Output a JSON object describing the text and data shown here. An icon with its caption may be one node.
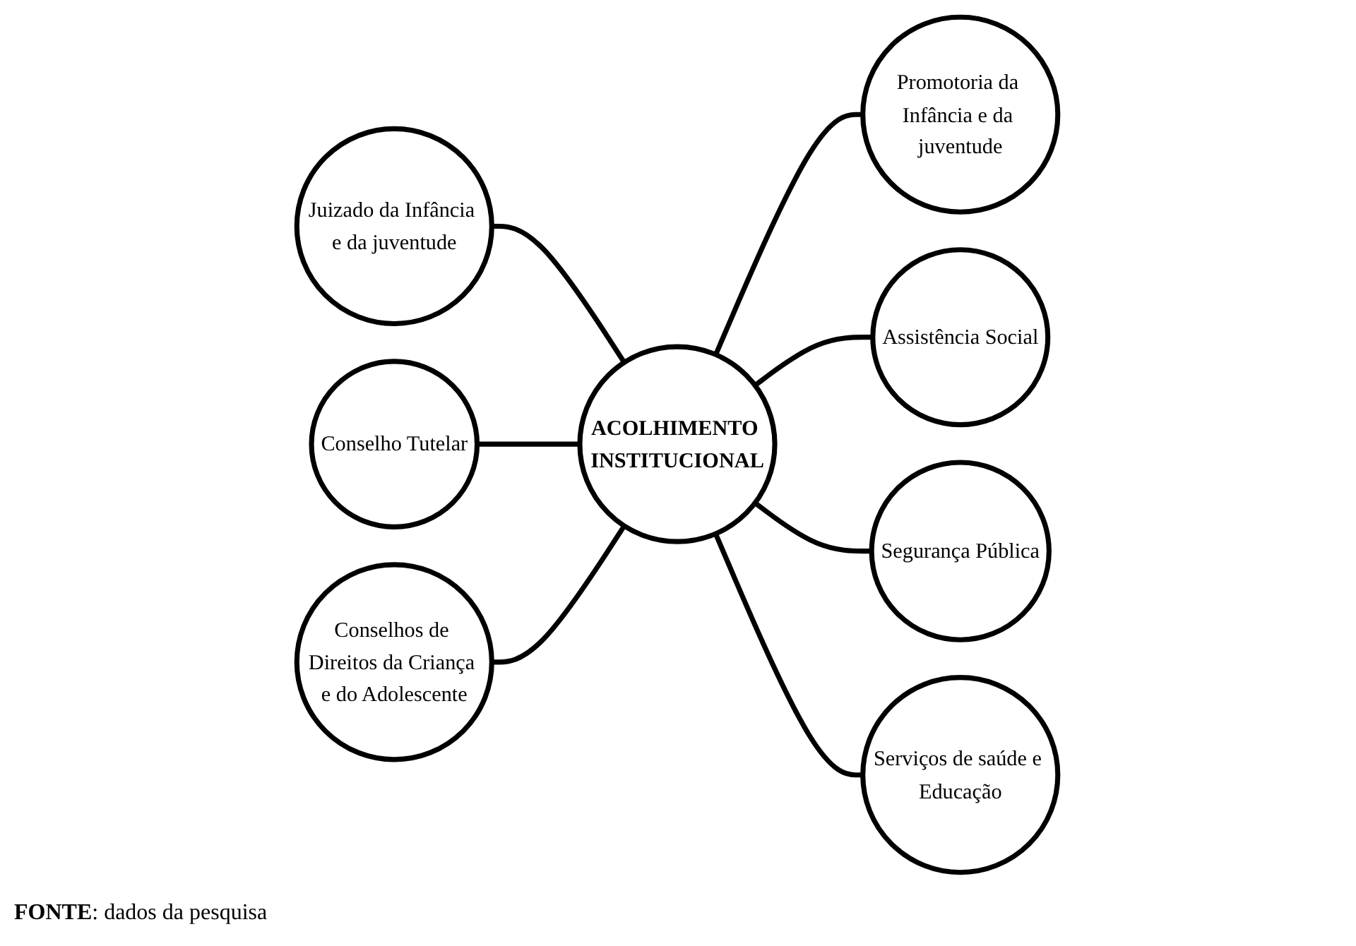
{
  "diagram": {
    "caption": "**FONTE**: dados da pesquisa",
    "nodes": [
      {
        "text": [
          "Juizado da Infância e da juventude"
        ]
      },
      {
        "text": [
          "Promotoria da Infância e da juventude"
        ]
      },
      {
        "text": [
          "Conselho Tutelar"
        ]
      },
      {
        "text": [
          "ACOLHIMENTO INSTITUCIONAL"
        ]
      },
      {
        "text": [
          "Assistência Social"
        ]
      },
      {
        "text": [
          "Conselhos de Direitos da Criança e do Adolescente"
        ]
      },
      {
        "text": [
          "Segurança Pública"
        ]
      },
      {
        "text": [
          "Serviços de saúde e Educação"
        ]
      }
    ],
    "edges": [
      {
        "from": 0,
        "to": 3,
        "arrow": "none"
      },
      {
        "from": 3,
        "to": 1,
        "arrow": "none"
      },
      {
        "from": 2,
        "to": 3,
        "arrow": "none"
      },
      {
        "from": 3,
        "to": 4,
        "arrow": "none"
      },
      {
        "from": 5,
        "to": 3,
        "arrow": "none"
      },
      {
        "from": 3,
        "to": 6,
        "arrow": "none"
      },
      {
        "from": 3,
        "to": 7,
        "arrow": "none"
      }
    ]
  }
}
